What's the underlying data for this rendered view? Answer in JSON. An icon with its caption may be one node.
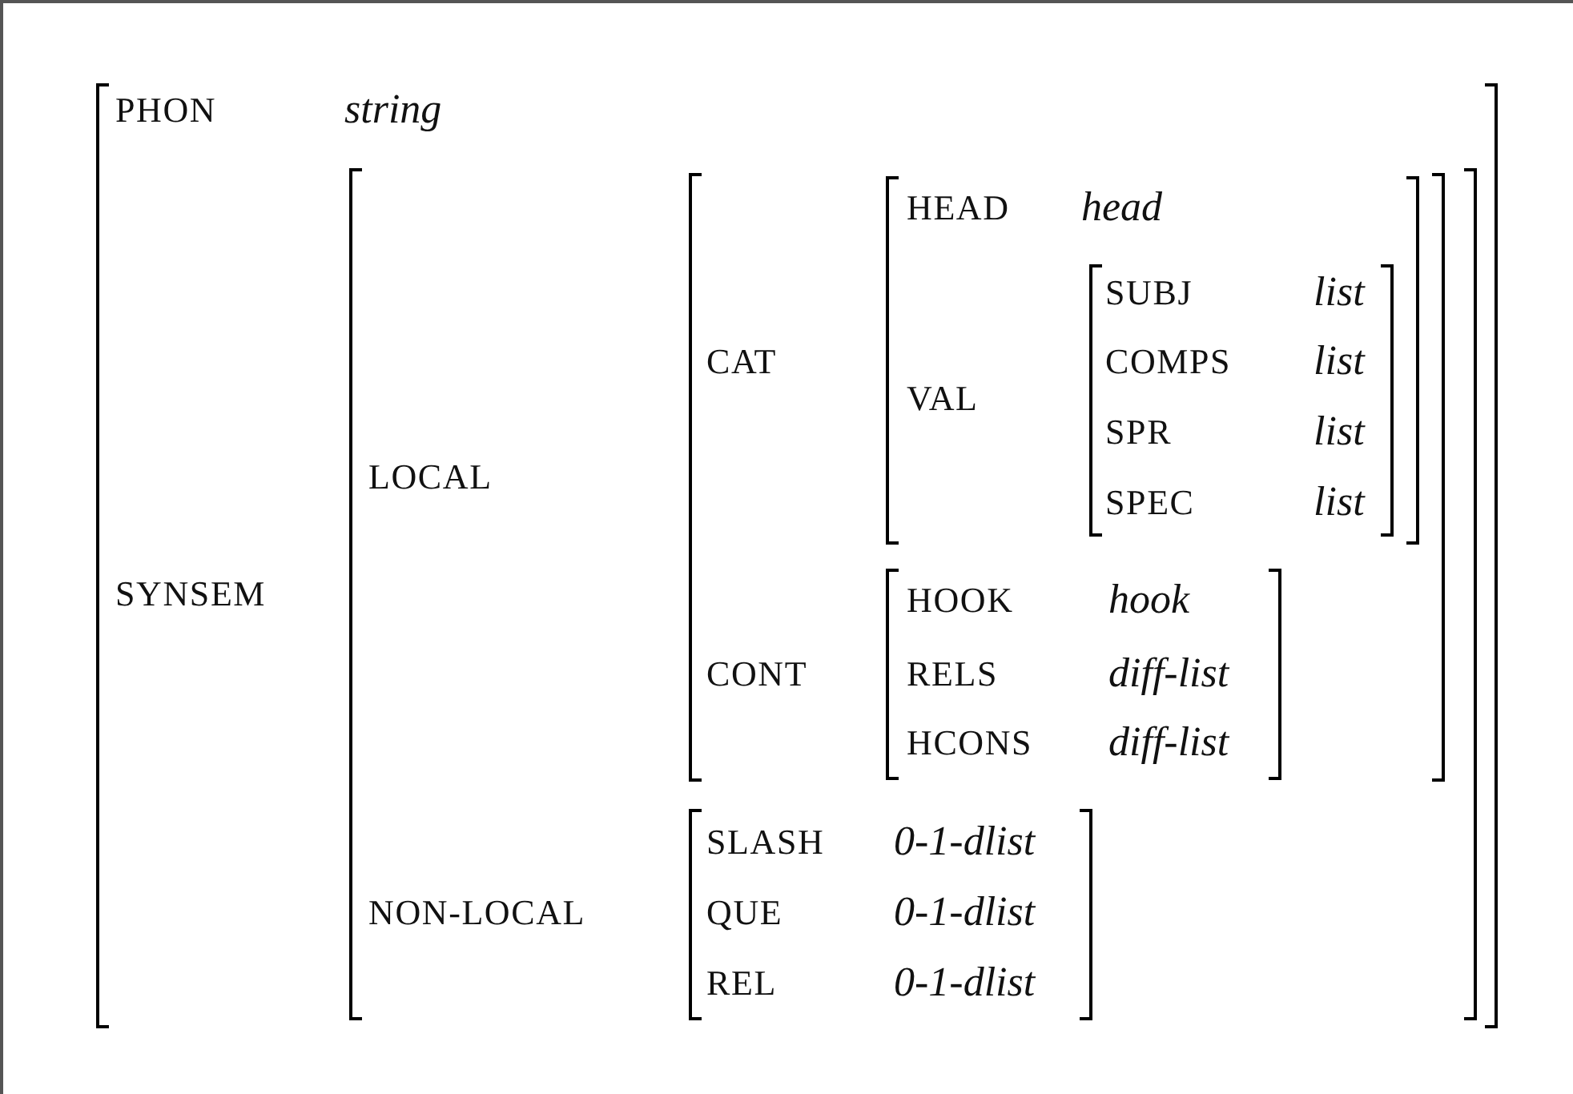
{
  "diagram": {
    "nodes": [
      {
        "text": [
          "PHON",
          "string",
          "SYNSEM"
        ]
      },
      {
        "text": [
          "LOCAL",
          "NON-LOCAL"
        ],
        "in": 0
      },
      {
        "text": [
          "CAT",
          "CONT"
        ],
        "in": 1
      },
      {
        "text": [
          "HEAD",
          "head",
          "VAL"
        ],
        "in": 2
      },
      {
        "text": [
          "SUBJ",
          "list",
          "COMPS",
          "list",
          "SPR",
          "list",
          "SPEC",
          "list"
        ],
        "in": 3
      },
      {
        "text": [
          "HOOK",
          "hook",
          "RELS",
          "diff-list",
          "HCONS",
          "diff-list"
        ],
        "in": 2
      },
      {
        "text": [
          "SLASH",
          "0-1-dlist",
          "QUE",
          "0-1-dlist",
          "REL",
          "0-1-dlist"
        ],
        "in": 1
      }
    ]
  }
}
